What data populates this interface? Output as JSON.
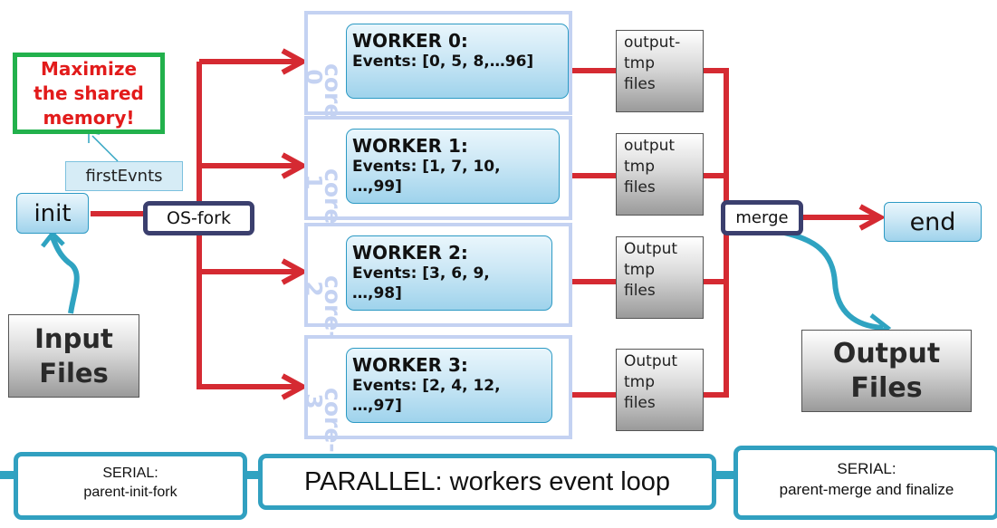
{
  "colors": {
    "arrow_red": "#d52a32",
    "flow_teal": "#2fa3c1",
    "core_lavender": "#c4d2f2",
    "navy_border": "#3b3f6e",
    "green_border": "#22b14c",
    "warning_red": "#e21b1b"
  },
  "note": {
    "text": "Maximize the shared memory!"
  },
  "first_evnts": {
    "label": "firstEvnts"
  },
  "init": {
    "label": "init"
  },
  "os_fork": {
    "label": "OS-fork"
  },
  "input_files": {
    "label": "Input Files"
  },
  "workers": [
    {
      "core": "core-0",
      "title": "WORKER 0:",
      "events": "Events: [0, 5, 8,…96]",
      "output": "output-\ntmp\nfiles"
    },
    {
      "core": "core-1",
      "title": "WORKER 1:",
      "events": "Events: [1, 7, 10,\n…,99]",
      "output": "output\ntmp\nfiles"
    },
    {
      "core": "core-2",
      "title": "WORKER 2:",
      "events": "Events: [3, 6, 9,\n…,98]",
      "output": "Output\ntmp\nfiles"
    },
    {
      "core": "core-3",
      "title": "WORKER 3:",
      "events": "Events: [2, 4, 12,\n…,97]",
      "output": "Output\ntmp\nfiles"
    }
  ],
  "merge": {
    "label": "merge"
  },
  "end": {
    "label": "end"
  },
  "output_files": {
    "label": "Output Files"
  },
  "timeline": {
    "serial_left": {
      "line1": "SERIAL:",
      "line2": "parent-init-fork"
    },
    "parallel": {
      "label": "PARALLEL: workers event loop"
    },
    "serial_right": {
      "line1": "SERIAL:",
      "line2": "parent-merge and finalize"
    }
  }
}
